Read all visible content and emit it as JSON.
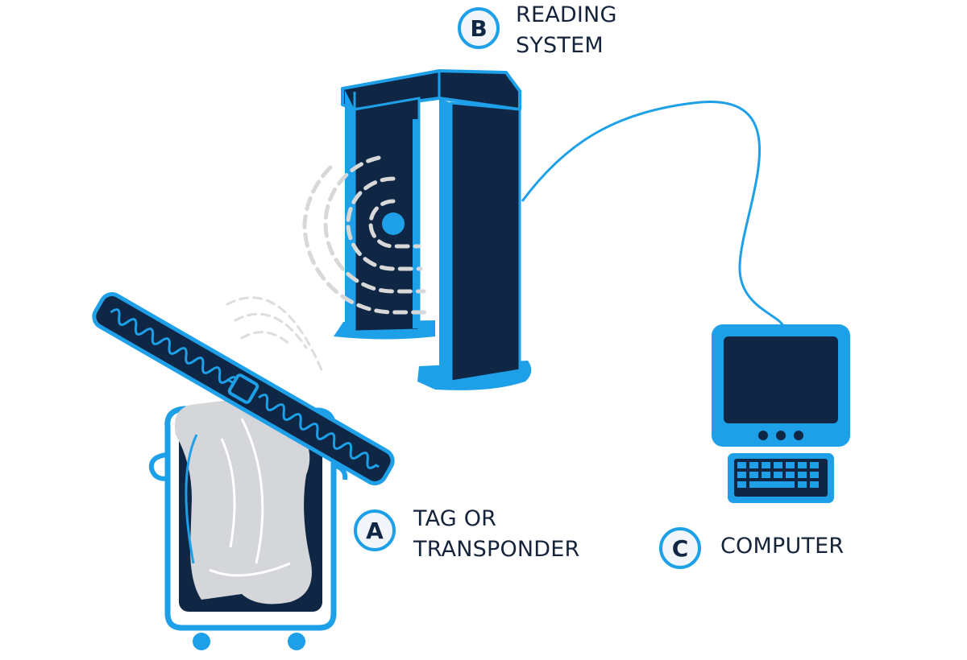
{
  "components": {
    "tag": {
      "letter": "A",
      "line1": "TAG OR",
      "line2": "TRANSPONDER"
    },
    "reader": {
      "letter": "B",
      "line1": "READING",
      "line2": "SYSTEM"
    },
    "computer": {
      "letter": "C",
      "line1": "COMPUTER"
    }
  },
  "colors": {
    "blue": "#1ea0e8",
    "navy": "#0f2745",
    "cloth": "#d4d6d9",
    "wave": "#d8d8d8",
    "text": "#16243b"
  },
  "icons": [
    "rfid-gate-icon",
    "rfid-tag-icon",
    "laundry-cart-icon",
    "computer-monitor-icon",
    "keyboard-icon",
    "signal-wave-icon",
    "cable-icon"
  ]
}
